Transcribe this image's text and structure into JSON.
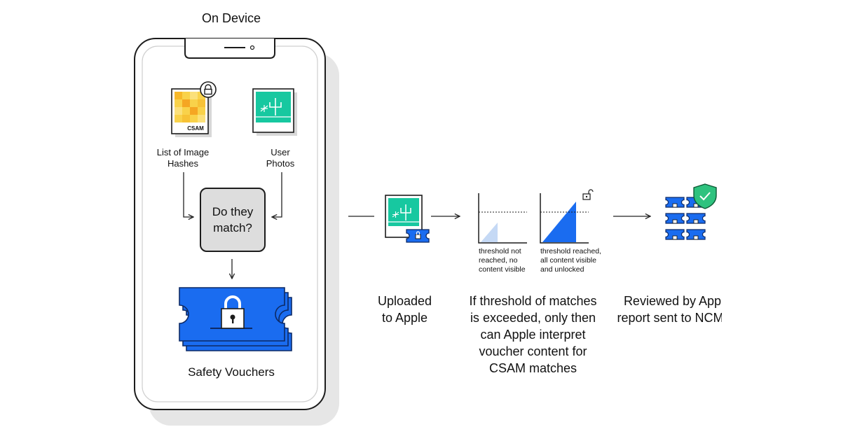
{
  "title": "On Device",
  "on_device": {
    "hash_list_label": "List of Image\nHashes",
    "hash_badge": "CSAM",
    "photos_label": "User\nPhotos",
    "match_question": "Do they\nmatch?",
    "vouchers_label": "Safety Vouchers"
  },
  "steps": {
    "uploaded": "Uploaded\nto Apple",
    "threshold_not_reached": "threshold not\nreached, no\ncontent visible",
    "threshold_reached": "threshold reached,\nall content visible\nand unlocked",
    "threshold_caption": "If threshold of matches\nis exceeded, only then\ncan Apple interpret\nvoucher content for\nCSAM matches",
    "reviewed": "Reviewed by Apple,\nreport sent to NCMEC"
  },
  "colors": {
    "voucher_blue": "#1a6cf0",
    "voucher_outline": "#0d2a66",
    "hash_yellow": "#f9c80e",
    "hash_orange": "#f5a623",
    "photo_teal": "#17c8a0",
    "shield_green": "#2ec27e",
    "match_box_fill": "#dddddd",
    "phone_shadow": "#e6e6e6"
  },
  "icons": [
    "lock-icon",
    "unlock-icon",
    "shield-check-icon",
    "voucher-icon",
    "photo-icon",
    "hash-grid-icon"
  ]
}
